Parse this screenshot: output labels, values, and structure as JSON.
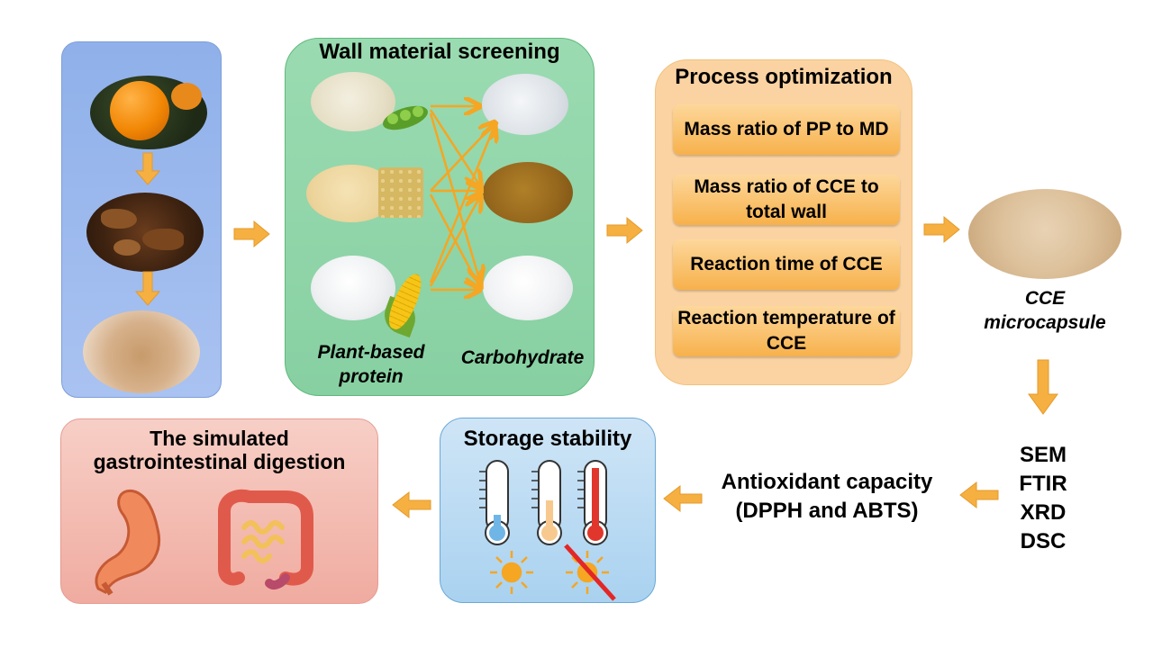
{
  "wall_screening": {
    "title": "Wall material screening",
    "protein_label": "Plant-based\nprotein",
    "carbohydrate_label": "Carbohydrate"
  },
  "process": {
    "title": "Process optimization",
    "items": [
      "Mass ratio of PP to MD",
      "Mass ratio of CCE to total wall",
      "Reaction time of CCE",
      "Reaction temperature of CCE"
    ]
  },
  "product": {
    "label": "CCE\nmicrocapsule"
  },
  "characterization": [
    "SEM",
    "FTIR",
    "XRD",
    "DSC"
  ],
  "antioxidant": {
    "line1": "Antioxidant capacity",
    "line2": "(DPPH and ABTS)"
  },
  "storage": {
    "title": "Storage stability"
  },
  "digestion": {
    "line1": "The simulated",
    "line2": "gastrointestinal digestion"
  },
  "colors": {
    "arrow": "#f5b041",
    "raw_panel": "#9bb8ee",
    "wall_panel": "#90d5a9",
    "process_panel": "#fbd3a2",
    "storage_panel": "#bcdcf4",
    "digestion_panel": "#f3bbb1"
  },
  "icons": [
    "orange-fruit",
    "dried-peel",
    "peel-powder",
    "pea-icon",
    "soybean-icon",
    "corn-icon",
    "thermometer-icon",
    "sun-icon",
    "stomach-icon",
    "intestine-icon"
  ]
}
